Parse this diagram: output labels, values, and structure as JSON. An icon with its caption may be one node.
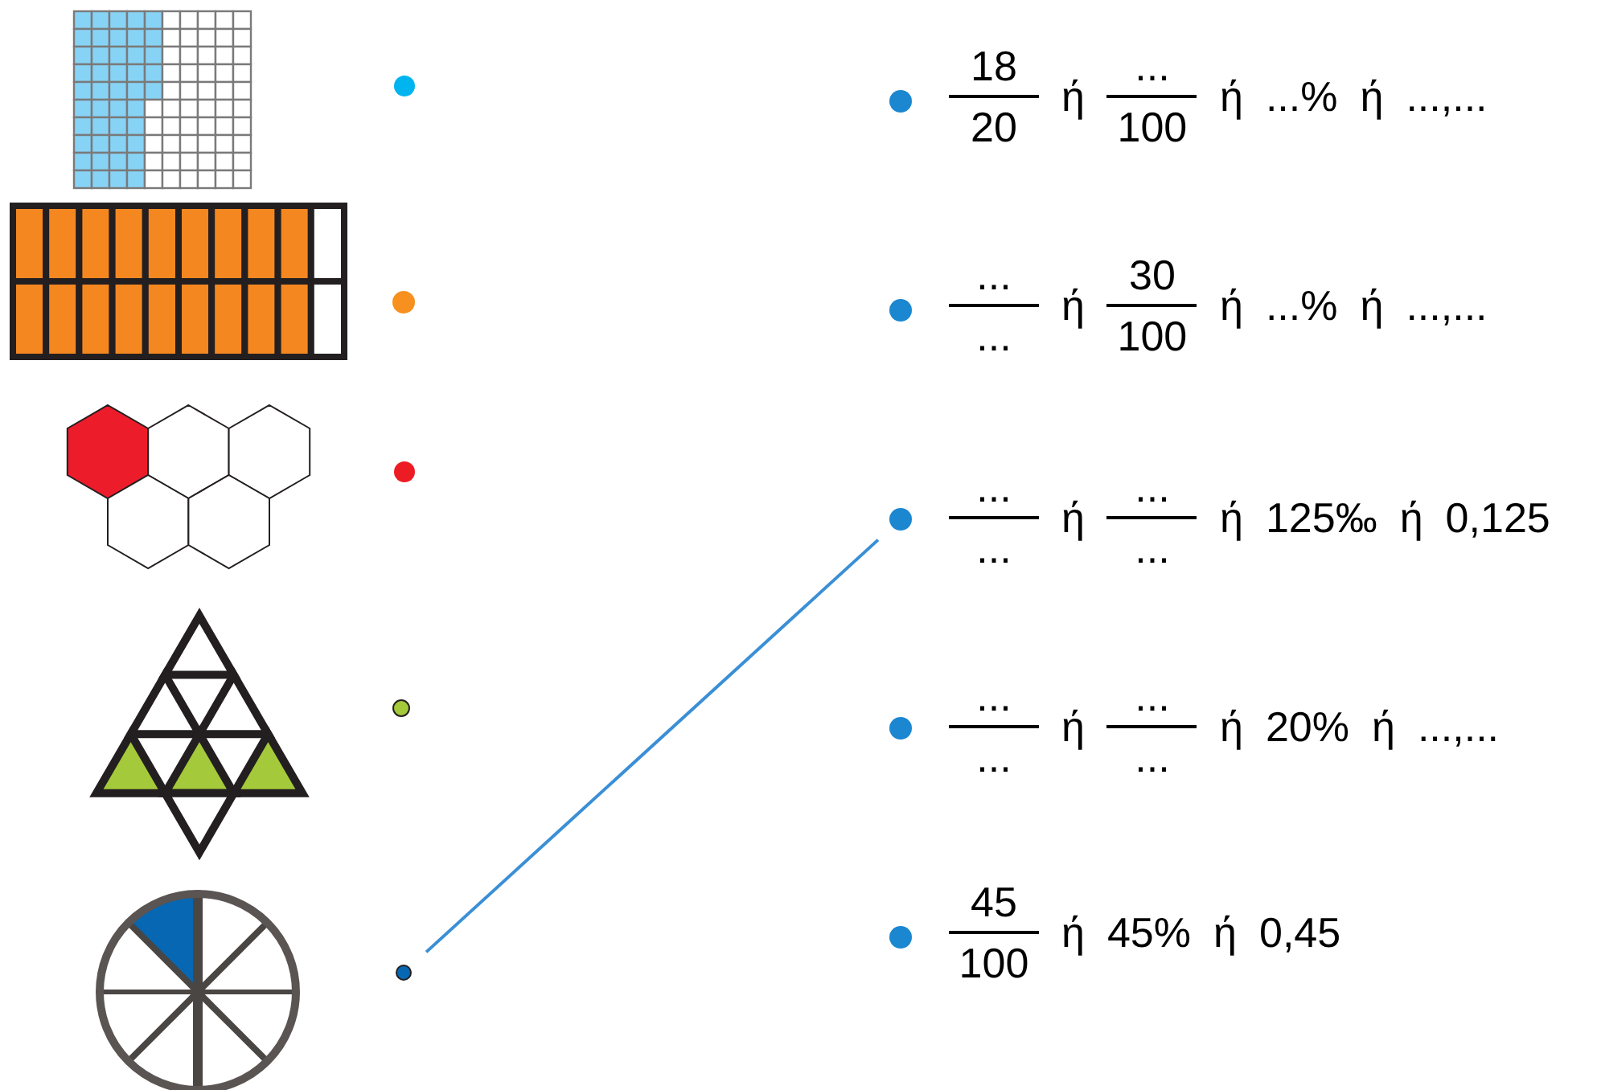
{
  "diagram": {
    "nodes": [
      {
        "text": [],
        "shape": "circle"
      },
      {
        "text": [],
        "shape": "circle"
      },
      {
        "text": [],
        "shape": "circle"
      },
      {
        "text": [],
        "shape": "circle"
      },
      {
        "text": [],
        "shape": "circle"
      },
      {
        "text": [],
        "shape": "circle"
      },
      {
        "text": [],
        "shape": "circle"
      },
      {
        "text": [],
        "shape": "circle"
      },
      {
        "text": [],
        "shape": "circle"
      },
      {
        "text": [],
        "shape": "circle"
      }
    ],
    "edges": [
      {
        "from": 4,
        "to": 7,
        "arrow": "none"
      }
    ],
    "labels": [
      "18",
      "20",
      "ή",
      "...",
      "100",
      "ή",
      "...%",
      "ή",
      "...,...",
      "...",
      "...",
      "ή",
      "30",
      "100",
      "ή",
      "...%",
      "ή",
      "...,...",
      "...",
      "...",
      "ή",
      "...",
      "...",
      "ή",
      "125‰",
      "ή",
      "0,125",
      "...",
      "...",
      "ή",
      "...",
      "...",
      "ή",
      "20%",
      "ή",
      "...,...",
      "45",
      "100",
      "ή",
      "45%",
      "ή",
      "0,45"
    ]
  }
}
